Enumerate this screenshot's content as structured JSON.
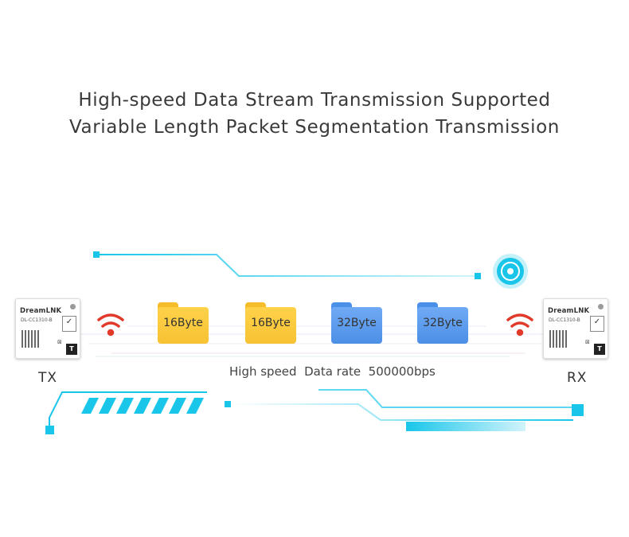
{
  "title_line1": "High-speed Data Stream Transmission Supported",
  "title_line2": "Variable Length Packet Segmentation Transmission",
  "modules": [
    {
      "brand": "DreamLNK",
      "model": "DL-CC1310-B",
      "role": "TX"
    },
    {
      "brand": "DreamLNK",
      "model": "DL-CC1310-B",
      "role": "RX"
    }
  ],
  "packets": [
    {
      "label": "16Byte",
      "color": "yellow"
    },
    {
      "label": "16Byte",
      "color": "yellow"
    },
    {
      "label": "32Byte",
      "color": "blue"
    },
    {
      "label": "32Byte",
      "color": "blue"
    }
  ],
  "speed_text": "High speed  Data rate  500000bps",
  "colors": {
    "accent": "#19c6ea",
    "wifi": "#e23a2a",
    "folder_yellow": "#f8c233",
    "folder_blue": "#4c8fe6"
  },
  "icons": [
    "wifi-icon",
    "disc-icon",
    "folder-icon"
  ]
}
